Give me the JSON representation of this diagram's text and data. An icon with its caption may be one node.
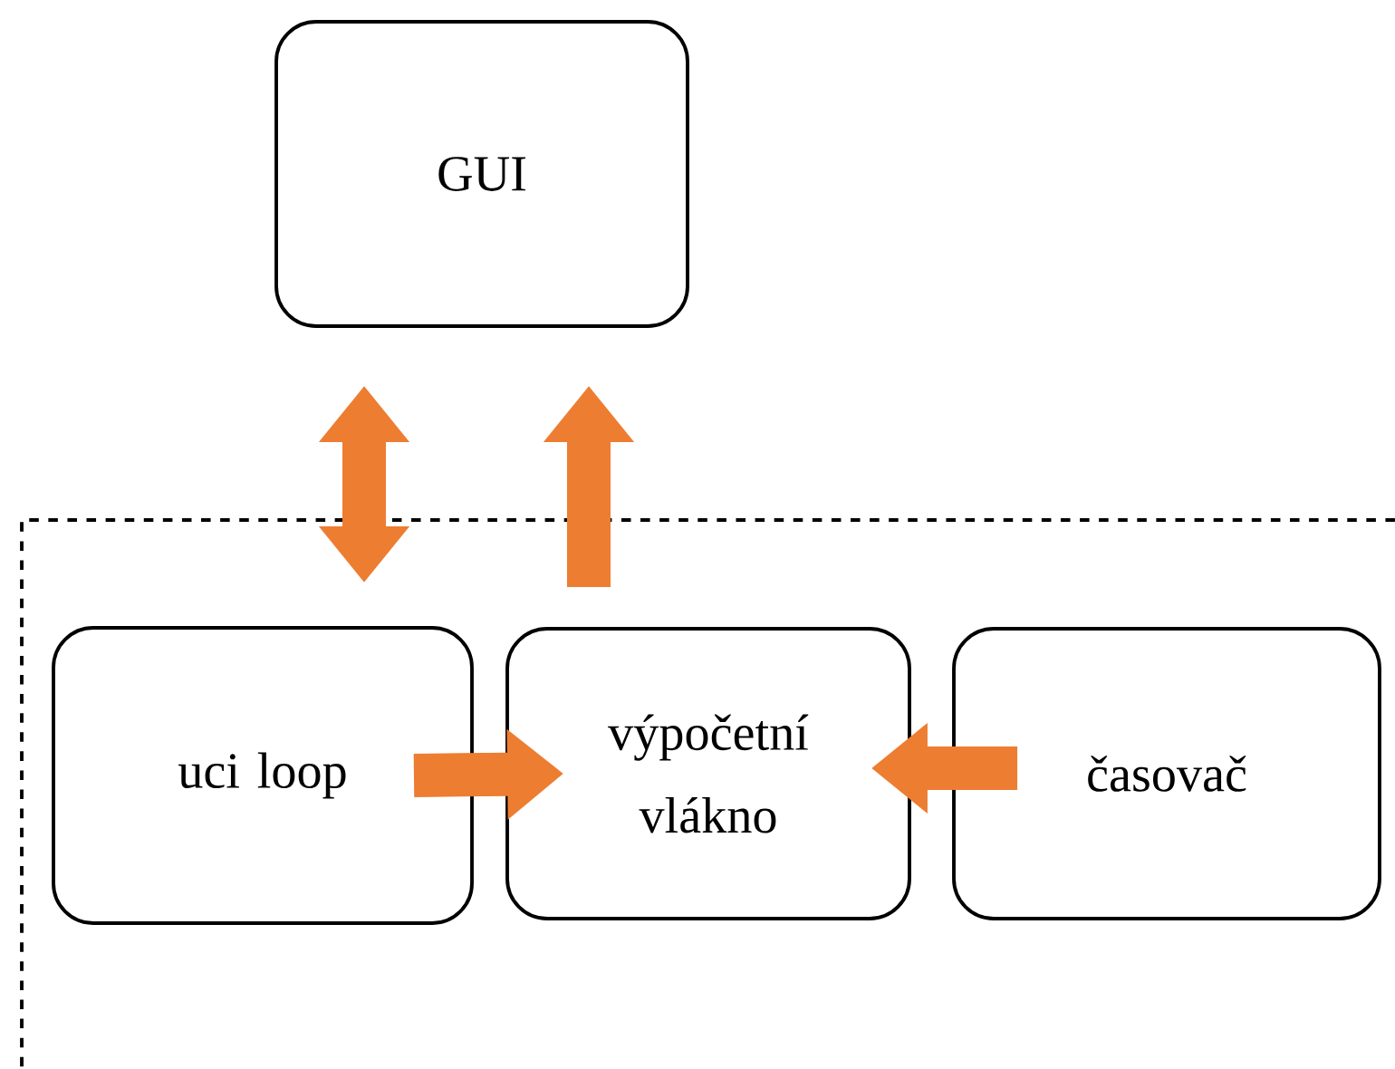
{
  "diagram": {
    "nodes": [
      {
        "text": [],
        "shape": "box"
      },
      {
        "text": [
          "GUI"
        ]
      },
      {
        "text": [
          "uci loop"
        ],
        "in": 0
      },
      {
        "text": [
          "výpočetní vlákno"
        ],
        "in": 0
      },
      {
        "text": [
          "časovač"
        ],
        "in": 0
      }
    ],
    "edges": [
      {
        "from": 1,
        "to": 2,
        "arrow": "both"
      },
      {
        "from": 3,
        "to": 1,
        "arrow": "to"
      },
      {
        "from": 2,
        "to": 3,
        "arrow": "to"
      },
      {
        "from": 4,
        "to": 3,
        "arrow": "to"
      }
    ]
  }
}
